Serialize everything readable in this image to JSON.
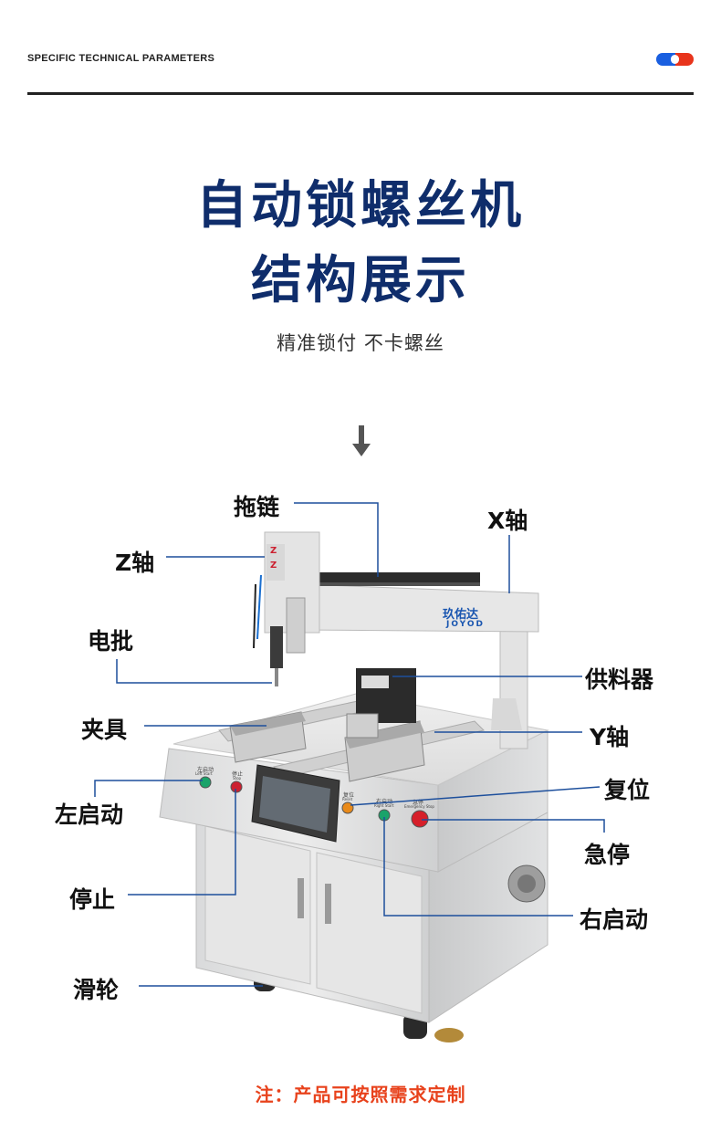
{
  "header": {
    "label": "SPECIFIC TECHNICAL PARAMETERS",
    "accent_colors": [
      "#1a5fe0",
      "#e8341c"
    ]
  },
  "title": {
    "line1": "自动锁螺丝机",
    "line2": "结构展示",
    "color": "#0f2d6b"
  },
  "subtitle": "精准锁付  不卡螺丝",
  "arrow_icon": "arrow-down-icon",
  "machine": {
    "panel": {
      "left_start": "左启动",
      "left_start_en": "Left Start",
      "stop": "停止",
      "stop_en": "Stop",
      "reset": "复位",
      "reset_en": "Reset",
      "right_start": "右启动",
      "right_start_en": "Right Start",
      "estop": "急停",
      "estop_en": "Emergency Stop"
    },
    "logo_cn": "玖佑达",
    "logo_en": "JOYOD",
    "z_marks": [
      "Z",
      "Z"
    ]
  },
  "labels": {
    "drag_chain": "拖链",
    "x_axis": "X轴",
    "z_axis": "Z轴",
    "screwdriver": "电批",
    "feeder": "供料器",
    "fixture": "夹具",
    "y_axis": "Y轴",
    "reset": "复位",
    "left_start": "左启动",
    "emergency_stop": "急停",
    "stop": "停止",
    "right_start": "右启动",
    "caster": "滑轮"
  },
  "note": "注：产品可按照需求定制",
  "note_color": "#e8421c"
}
